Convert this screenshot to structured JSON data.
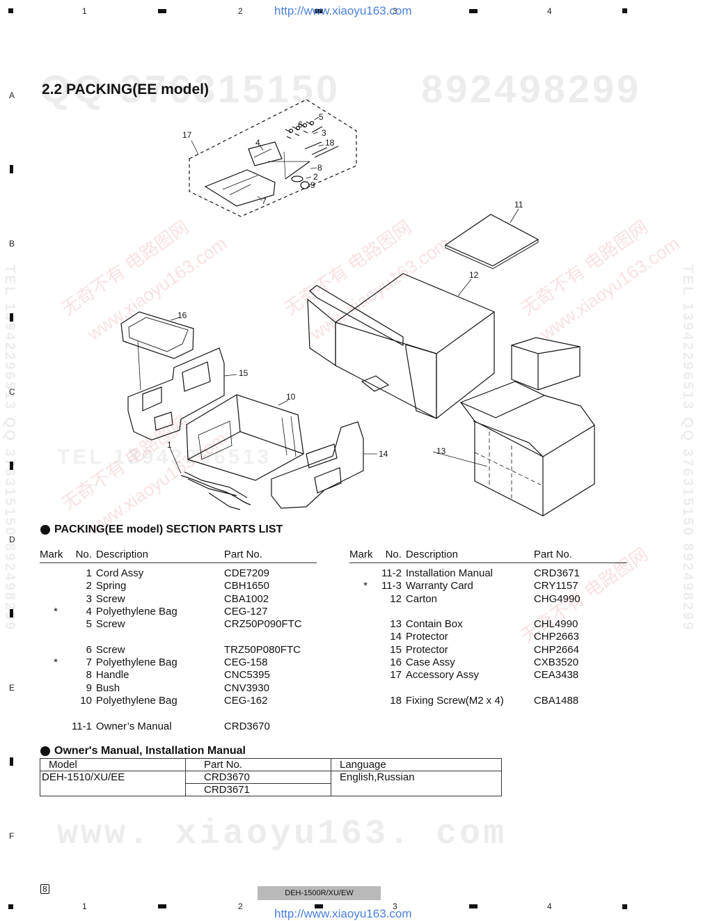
{
  "page": {
    "section_title": "2.2 PACKING(EE model)",
    "page_number": "8",
    "footer_model": "DEH-1500R/XU/EW"
  },
  "grid": {
    "columns": [
      "1",
      "2",
      "3",
      "4"
    ],
    "rows": [
      "A",
      "B",
      "C",
      "D",
      "E",
      "F"
    ]
  },
  "watermarks": {
    "url": "http://www.xiaoyu163.com",
    "big_qq": "QQ 376315150",
    "big_num": "892498299",
    "big_tel": "TEL 13942296513",
    "big_www": "www. xiaoyu163. com",
    "red_cn": "无奇不有 电路图网",
    "red_www": "www.xiaoyu163.com",
    "side_right": "TEL 13942296513 QQ 376315150 892498299",
    "side_left": "TEL 13942296513 QQ 376315150 892498299"
  },
  "diagram": {
    "callouts": [
      "1",
      "2",
      "3",
      "4",
      "5",
      "6",
      "7",
      "8",
      "9",
      "10",
      "11",
      "12",
      "13",
      "14",
      "15",
      "16",
      "17",
      "18"
    ]
  },
  "parts_list": {
    "heading": "PACKING(EE model) SECTION PARTS LIST",
    "columns": [
      "Mark",
      "No.",
      "Description",
      "Part No."
    ],
    "left": [
      {
        "mark": "",
        "no": "1",
        "desc": "Cord Assy",
        "part": "CDE7209"
      },
      {
        "mark": "",
        "no": "2",
        "desc": "Spring",
        "part": "CBH1650"
      },
      {
        "mark": "",
        "no": "3",
        "desc": "Screw",
        "part": "CBA1002"
      },
      {
        "mark": "*",
        "no": "4",
        "desc": "Polyethylene Bag",
        "part": "CEG-127"
      },
      {
        "mark": "",
        "no": "5",
        "desc": "Screw",
        "part": "CRZ50P090FTC"
      },
      {
        "mark": "",
        "no": "",
        "desc": "",
        "part": ""
      },
      {
        "mark": "",
        "no": "6",
        "desc": "Screw",
        "part": "TRZ50P080FTC"
      },
      {
        "mark": "*",
        "no": "7",
        "desc": "Polyethylene Bag",
        "part": "CEG-158"
      },
      {
        "mark": "",
        "no": "8",
        "desc": "Handle",
        "part": "CNC5395"
      },
      {
        "mark": "",
        "no": "9",
        "desc": "Bush",
        "part": "CNV3930"
      },
      {
        "mark": "",
        "no": "10",
        "desc": "Polyethylene Bag",
        "part": "CEG-162"
      },
      {
        "mark": "",
        "no": "",
        "desc": "",
        "part": ""
      },
      {
        "mark": "",
        "no": "11-1",
        "desc": "Owner’s Manual",
        "part": "CRD3670"
      }
    ],
    "right": [
      {
        "mark": "",
        "no": "11-2",
        "desc": "Installation Manual",
        "part": "CRD3671"
      },
      {
        "mark": "*",
        "no": "11-3",
        "desc": "Warranty Card",
        "part": "CRY1157"
      },
      {
        "mark": "",
        "no": "12",
        "desc": "Carton",
        "part": "CHG4990"
      },
      {
        "mark": "",
        "no": "",
        "desc": "",
        "part": ""
      },
      {
        "mark": "",
        "no": "13",
        "desc": "Contain Box",
        "part": "CHL4990"
      },
      {
        "mark": "",
        "no": "14",
        "desc": "Protector",
        "part": "CHP2663"
      },
      {
        "mark": "",
        "no": "15",
        "desc": "Protector",
        "part": "CHP2664"
      },
      {
        "mark": "",
        "no": "16",
        "desc": "Case Assy",
        "part": "CXB3520"
      },
      {
        "mark": "",
        "no": "17",
        "desc": "Accessory Assy",
        "part": "CEA3438"
      },
      {
        "mark": "",
        "no": "",
        "desc": "",
        "part": ""
      },
      {
        "mark": "",
        "no": "18",
        "desc": "Fixing Screw(M2 x 4)",
        "part": "CBA1488"
      }
    ]
  },
  "manual_table": {
    "heading": "Owner's Manual, Installation Manual",
    "headers": [
      "Model",
      "Part No.",
      "Language"
    ],
    "model": "DEH-1510/XU/EE",
    "part_nos": [
      "CRD3670",
      "CRD3671"
    ],
    "language": "English,Russian"
  }
}
